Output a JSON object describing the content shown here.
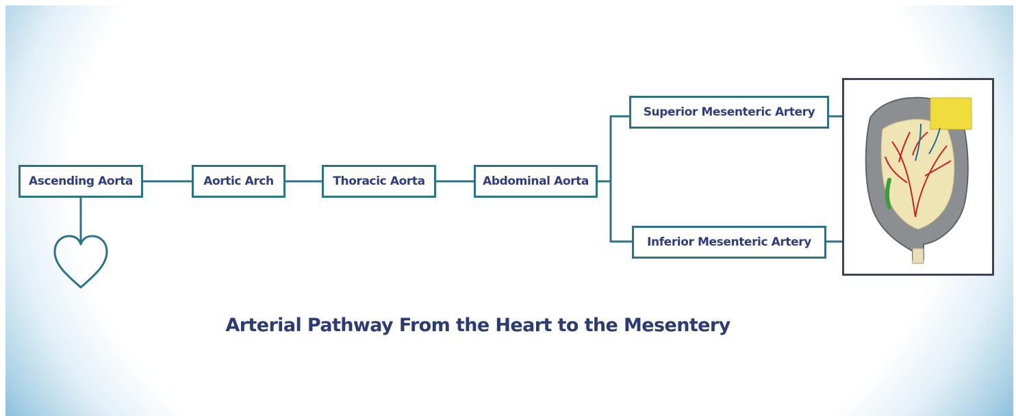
{
  "diagram": {
    "nodes": {
      "ascending_aorta": "Ascending Aorta",
      "aortic_arch": "Aortic Arch",
      "thoracic_aorta": "Thoracic Aorta",
      "abdominal_aorta": "Abdominal Aorta",
      "superior_mesenteric_artery": "Superior Mesenteric Artery",
      "inferior_mesenteric_artery": "Inferior Mesenteric Artery"
    },
    "caption": "Arterial Pathway From the Heart to the Mesentery",
    "icons": [
      "heart-icon",
      "intestine-model-image"
    ],
    "colors": {
      "box_border": "#2b7287",
      "connector": "#2b7287",
      "label_text": "#2f3d7e",
      "caption_text": "#2d3b73",
      "background_edge": "#5aa6cf"
    }
  }
}
